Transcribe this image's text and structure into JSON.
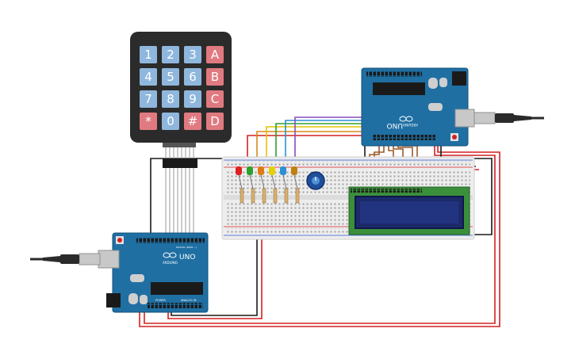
{
  "keypad": {
    "keys": [
      [
        "1",
        "2",
        "3",
        "A"
      ],
      [
        "4",
        "5",
        "6",
        "B"
      ],
      [
        "7",
        "8",
        "9",
        "C"
      ],
      [
        "*",
        "0",
        "#",
        "D"
      ]
    ]
  },
  "boards": {
    "brand": "ARDUINO",
    "model": "UNO",
    "power_label": "POWER",
    "analog_label": "ANALOG IN",
    "digital_label": "DIGITAL (PWM ~)"
  },
  "colors": {
    "background": "#ffffff",
    "keypad_body": "#2b2b2b",
    "key_number": "#8fb7dd",
    "key_letter": "#e07a80",
    "board": "#1f6fa3",
    "breadboard": "#ededed",
    "lcd_body": "#3b8f3b",
    "lcd_screen": "#1c2a6a",
    "wire_red": "#d42020",
    "wire_black": "#1a1a1a",
    "wire_yellow": "#e6c200",
    "wire_orange": "#d98a1a",
    "wire_green": "#2ea02e",
    "wire_blue": "#2c8fd6",
    "wire_purple": "#8a4cc0",
    "wire_brown": "#9a5a2a",
    "led_red": "#e02020",
    "led_green": "#2ea02e",
    "led_orange": "#e07a10",
    "led_yellow": "#e6d000",
    "led_blue": "#2c8fd6",
    "led_amber": "#c08010"
  },
  "icons": {
    "usb_plug": "usb-plug-icon",
    "arduino_logo": "infinity-logo-icon",
    "potentiometer": "potentiometer-icon"
  }
}
